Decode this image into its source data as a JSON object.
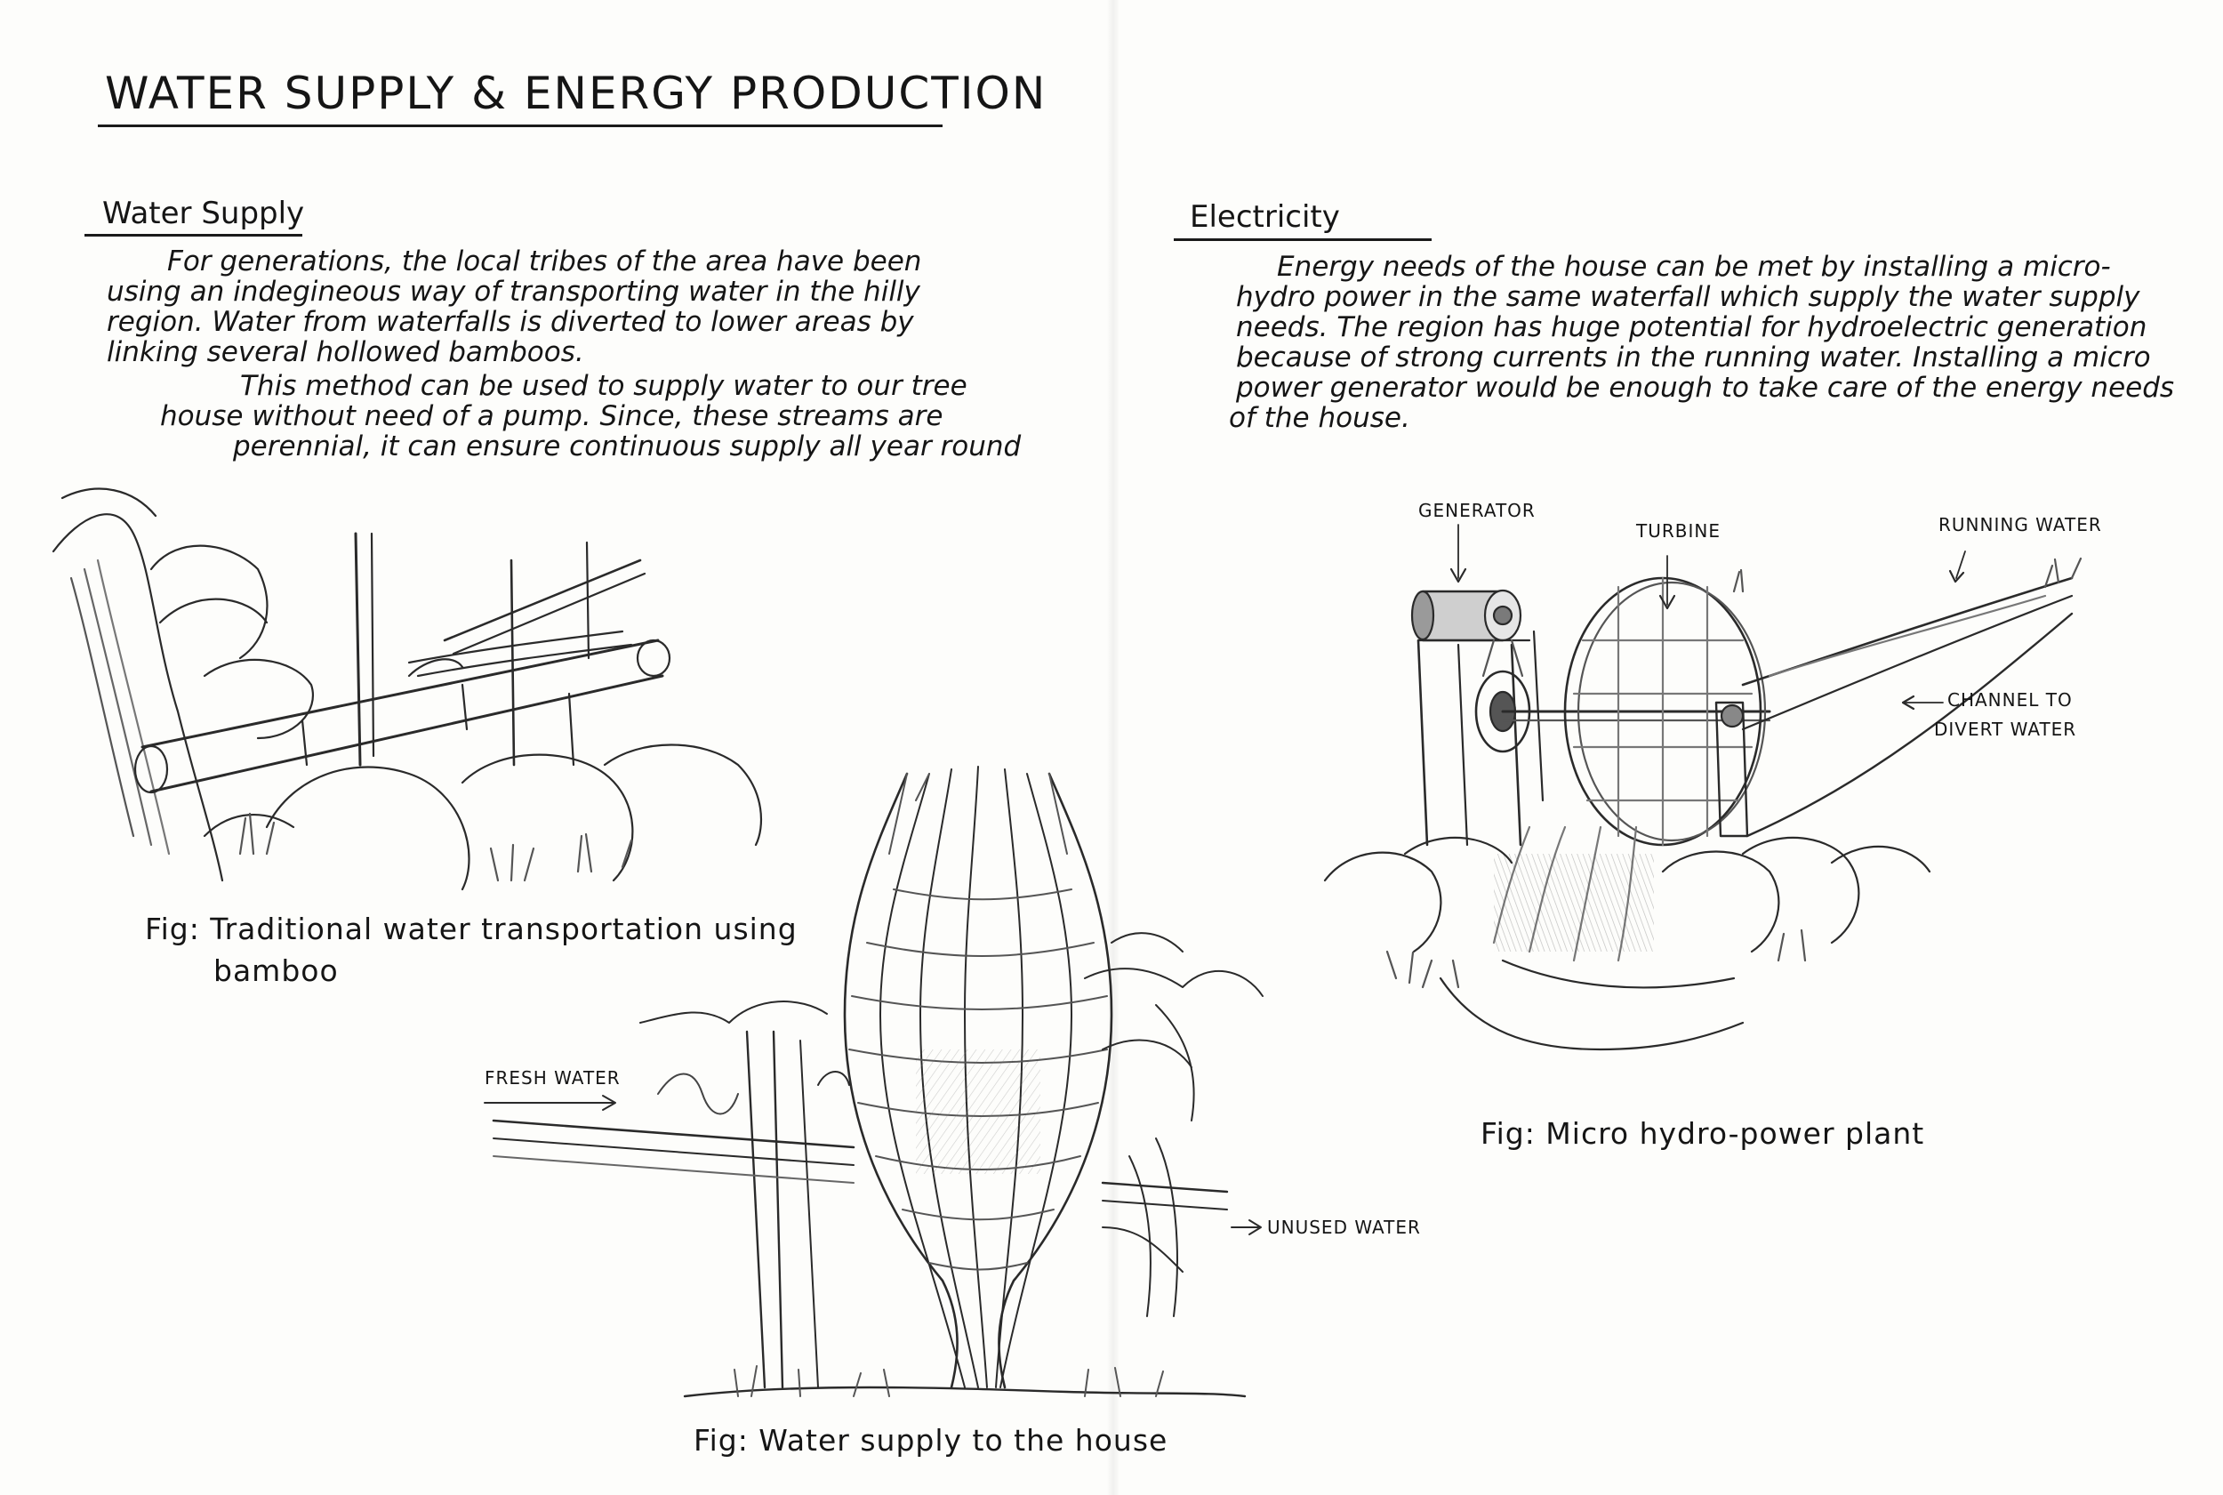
{
  "page": {
    "title": "WATER SUPPLY & ENERGY PRODUCTION"
  },
  "water_supply": {
    "heading": "Water Supply",
    "paragraph_lines": [
      "For generations, the local tribes of the area have been",
      "using an indegineous way of transporting water in the hilly",
      "region. Water from waterfalls is diverted to lower areas by",
      "linking several hollowed bamboos.",
      "This method can be used to supply water to our tree",
      "house without need of a pump. Since, these streams are",
      "perennial, it can ensure continuous supply all year round"
    ]
  },
  "electricity": {
    "heading": "Electricity",
    "paragraph_lines": [
      "Energy needs of the house can be met by installing a micro-",
      "hydro power in the same waterfall which supply the water supply",
      "needs. The region has huge potential for hydroelectric generation",
      "because of strong currents in the running water. Installing a micro",
      "power generator would be enough to take care of the energy needs",
      "of the house."
    ]
  },
  "figures": {
    "bamboo": {
      "caption_line1": "Fig: Traditional water transportation using",
      "caption_line2": "bamboo"
    },
    "house": {
      "caption": "Fig: Water supply to the house",
      "label_fresh": "FRESH WATER",
      "label_unused": "UNUSED WATER"
    },
    "hydro": {
      "caption": "Fig: Micro hydro-power plant",
      "label_generator": "GENERATOR",
      "label_turbine": "TURBINE",
      "label_running": "RUNNING WATER",
      "label_channel_1": "CHANNEL TO",
      "label_channel_2": "DIVERT WATER"
    }
  }
}
